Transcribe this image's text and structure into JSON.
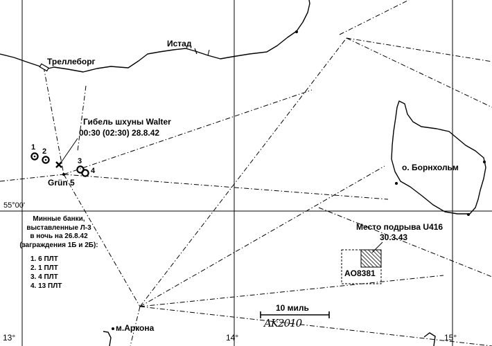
{
  "places": {
    "trelleborg": "Треллеборг",
    "ystad": "Истад",
    "bornholm": "о. Борнхольм",
    "arkona": "м.Аркона",
    "grun5": "Grün 5"
  },
  "walter": {
    "line1": "Гибель шхуны Walter",
    "line2": "00:30 (02:30) 28.8.42"
  },
  "u416": {
    "line1": "Место подрыва U416",
    "line2": "30.3.43"
  },
  "grid_square": "AO8381",
  "latitude": "55°00'",
  "longitudes": [
    "13°",
    "14°",
    "15°"
  ],
  "mine_numbers": [
    "1",
    "2",
    "3",
    "4"
  ],
  "legend": {
    "title_lines": [
      "Минные банки,",
      "выставленные Л-3",
      "в ночь на 26.8.42",
      "(заграждения 1Б и 2Б):"
    ],
    "items": [
      "1.  6 ПЛТ",
      "2.  1 ПЛТ",
      "3.  4 ПЛТ",
      "4.  13 ПЛТ"
    ]
  },
  "scale_label": "10 миль",
  "signature": "AK2010"
}
